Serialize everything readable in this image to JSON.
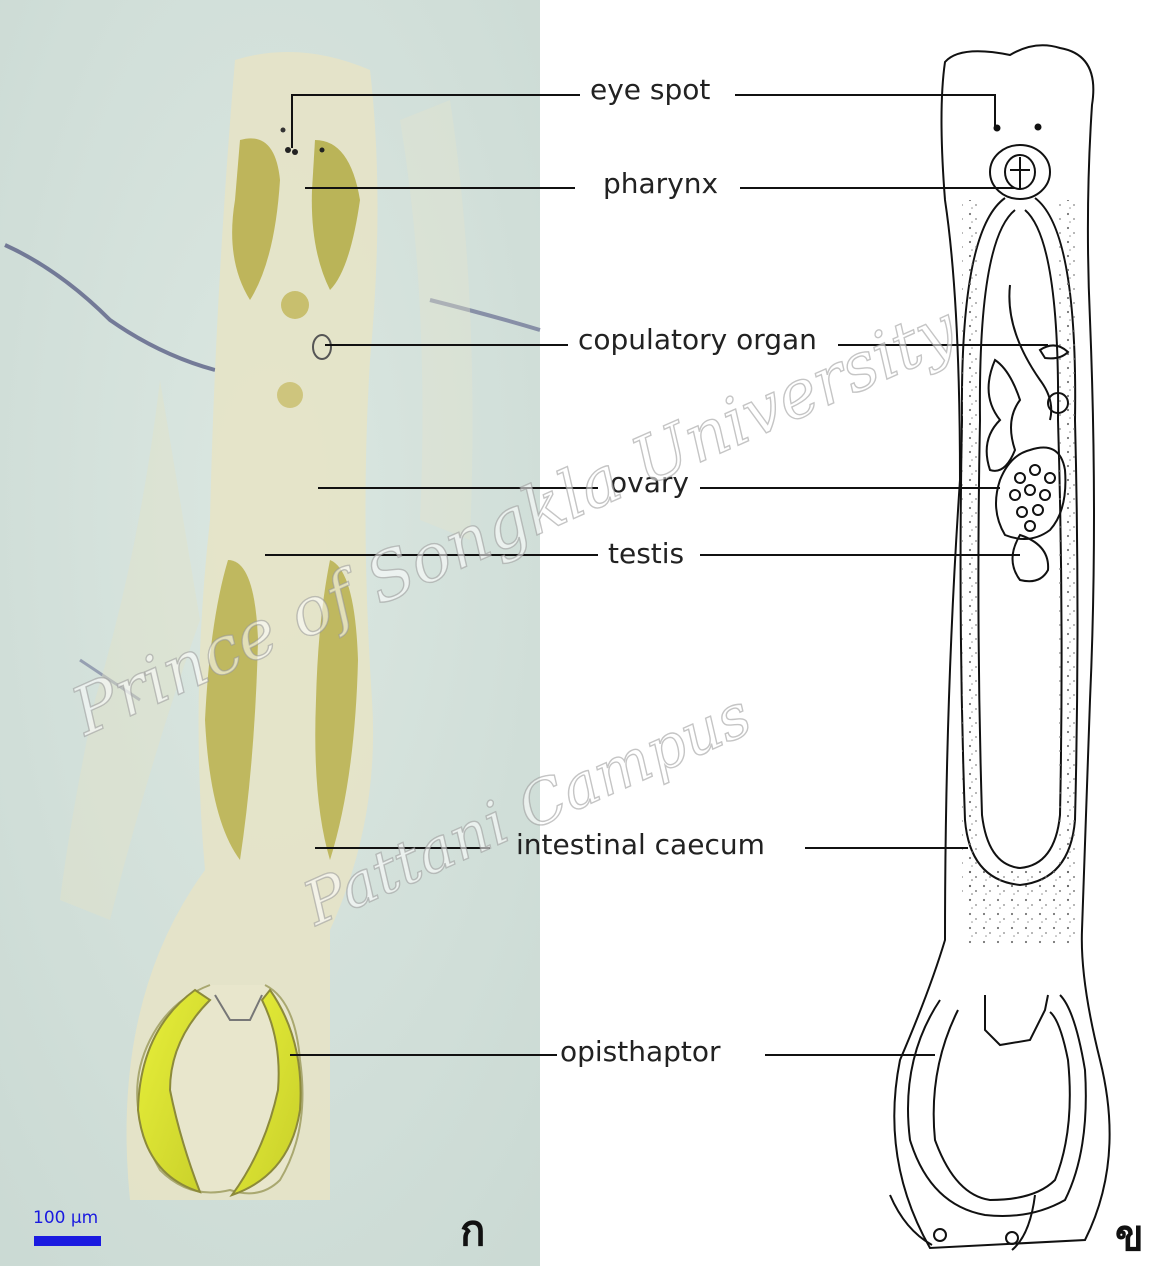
{
  "labels": {
    "eye_spot": "eye  spot",
    "pharynx": "pharynx",
    "copulatory_organ": "copulatory organ",
    "ovary": "ovary",
    "testis": "testis",
    "intestinal_caecum": "intestinal caecum",
    "opisthaptor": "opisthaptor"
  },
  "scale_bar": {
    "text": "100 µm",
    "color": "#1a1ae0"
  },
  "panels": {
    "left": "ก",
    "right": "ข"
  },
  "watermark": {
    "line1": "Prince of Songkla University",
    "line2": "Pattani Campus"
  }
}
